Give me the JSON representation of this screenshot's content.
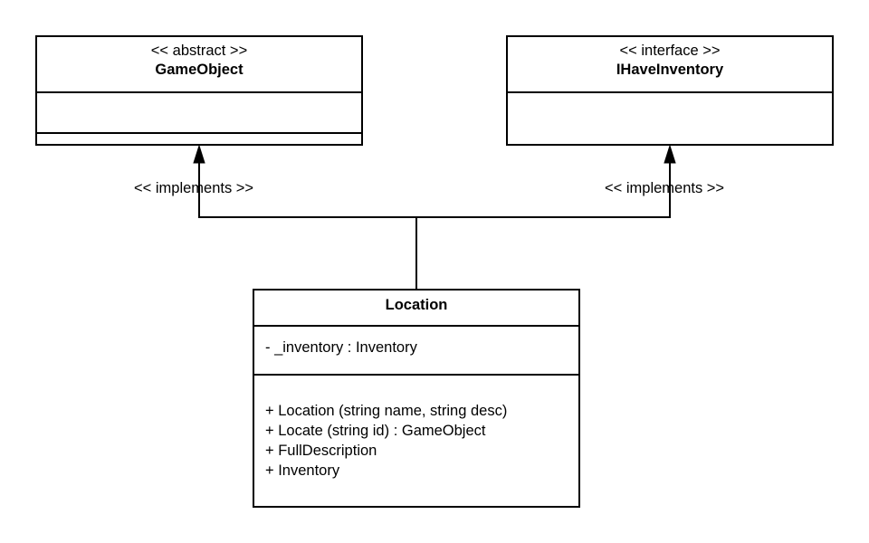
{
  "diagram": {
    "classes": {
      "game_object": {
        "stereotype": "<< abstract >>",
        "name": "GameObject",
        "attributes": [],
        "operations": []
      },
      "i_have_inventory": {
        "stereotype": "<< interface >>",
        "name": "IHaveInventory",
        "attributes": [],
        "operations": []
      },
      "location": {
        "name": "Location",
        "attributes": [
          "- _inventory : Inventory"
        ],
        "operations": [
          "+ Location (string name, string desc)",
          "+ Locate (string id) : GameObject",
          "+ FullDescription",
          "+ Inventory"
        ]
      }
    },
    "relations": {
      "left_label": "<< implements >>",
      "right_label": "<< implements >>"
    }
  }
}
